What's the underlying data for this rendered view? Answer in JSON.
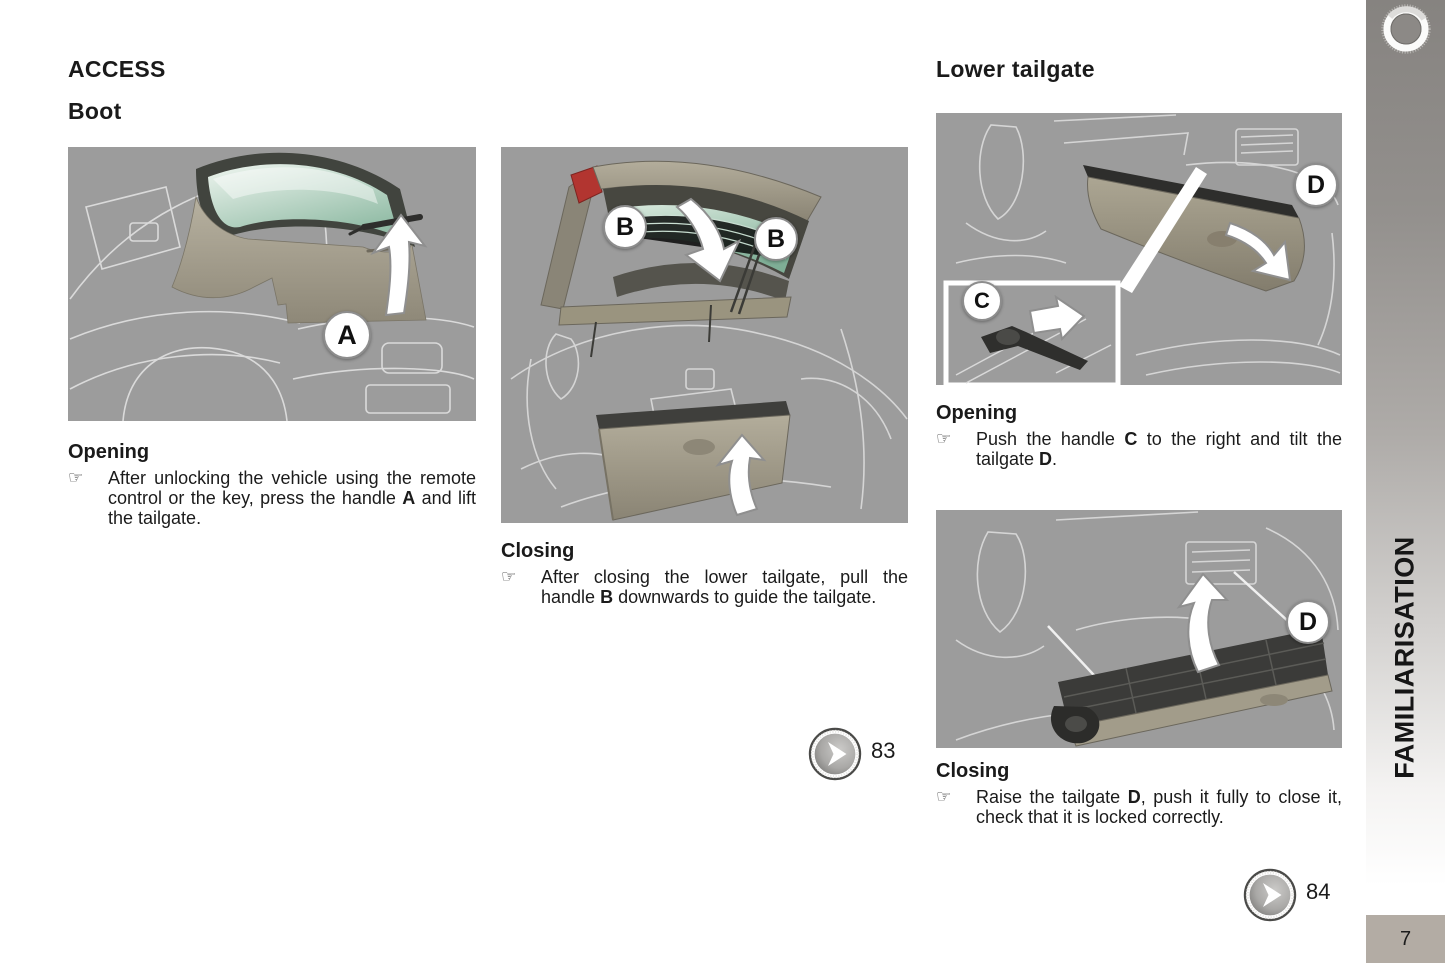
{
  "page": {
    "title": "ACCESS",
    "subtitle": "Boot",
    "side_tab": "FAMILIARISATION",
    "page_number": "7"
  },
  "bullet_icon": "☞",
  "left_column": {
    "opening": {
      "heading": "Opening",
      "text_parts": {
        "p0": "After unlocking the vehicle using the remote control or the key, press the handle ",
        "p1": "A",
        "p2": " and lift the tailgate."
      }
    },
    "figure_labels": {
      "a": "A"
    }
  },
  "middle_column": {
    "closing": {
      "heading": "Closing",
      "text_parts": {
        "p0": "After closing the lower tailgate, pull the handle ",
        "p1": "B",
        "p2": " downwards to guide the tailgate."
      }
    },
    "figure_labels": {
      "b1": "B",
      "b2": "B"
    },
    "page_ref": "83"
  },
  "right_column": {
    "heading": "Lower tailgate",
    "opening": {
      "heading": "Opening",
      "text_parts": {
        "p0": "Push the handle ",
        "p1": "C",
        "p2": " to the right and tilt the tailgate ",
        "p3": "D",
        "p4": "."
      }
    },
    "closing": {
      "heading": "Closing",
      "text_parts": {
        "p0": "Raise the tailgate ",
        "p1": "D",
        "p2": ", push it fully to close it, check that it is locked correctly."
      }
    },
    "figure_labels": {
      "c": "C",
      "d1": "D",
      "d2": "D"
    },
    "page_ref": "84"
  },
  "colors": {
    "illustration_background": "#9c9c9c",
    "tailgate_khaki": "#a49e8c",
    "window_green": "#a8cab6",
    "sidebar_top": "#868380",
    "page_number_box": "#b3aca4",
    "tail_light_red": "#b23530"
  }
}
